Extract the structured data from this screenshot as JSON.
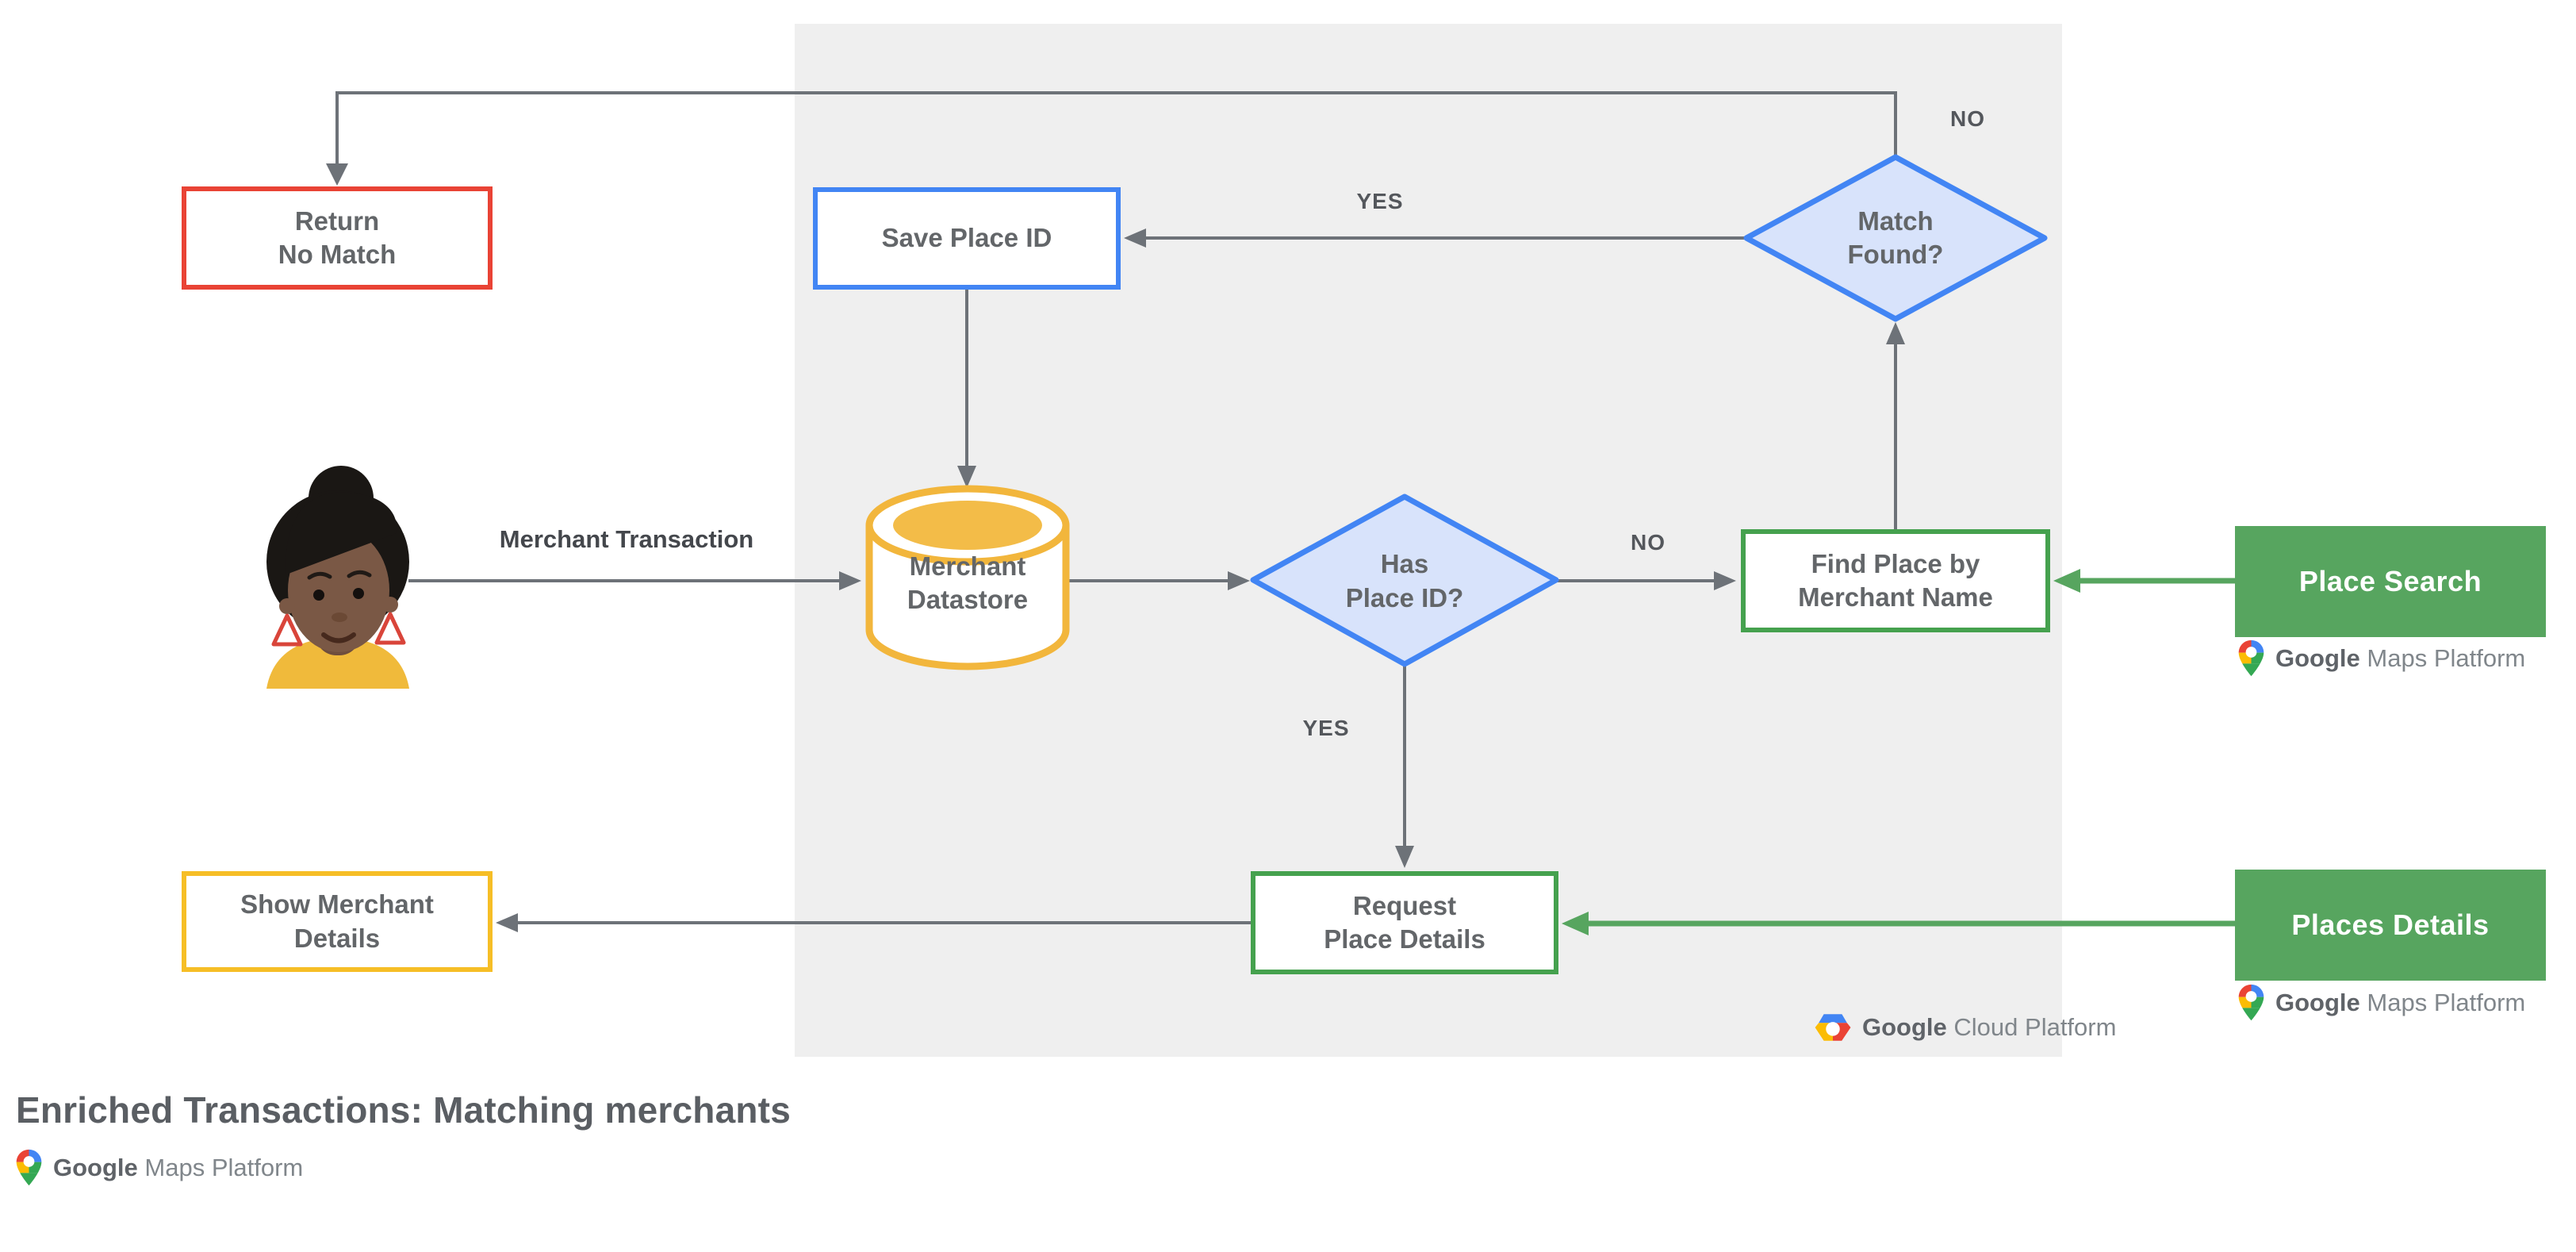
{
  "title": {
    "text": "Enriched Transactions: Matching merchants"
  },
  "nodes": {
    "return_no_match": {
      "line1": "Return",
      "line2": "No Match"
    },
    "save_place_id": {
      "line1": "Save Place ID"
    },
    "merchant_datastore": {
      "line1": "Merchant",
      "line2": "Datastore"
    },
    "has_place_id": {
      "line1": "Has",
      "line2": "Place ID?"
    },
    "match_found": {
      "line1": "Match",
      "line2": "Found?"
    },
    "find_place": {
      "line1": "Find Place by",
      "line2": "Merchant Name"
    },
    "request_place_details": {
      "line1": "Request",
      "line2": "Place Details"
    },
    "show_merchant_details": {
      "line1": "Show Merchant",
      "line2": "Details"
    },
    "place_search_api": {
      "label": "Place Search",
      "logo": {
        "brand": "Google",
        "product": "Maps Platform"
      }
    },
    "places_details_api": {
      "label": "Places Details",
      "logo": {
        "brand": "Google",
        "product": "Maps Platform"
      }
    }
  },
  "edge_labels": {
    "match_yes": "YES",
    "match_no": "NO",
    "has_no": "NO",
    "has_yes": "YES",
    "input": "Merchant Transaction"
  },
  "panel_logo": {
    "brand": "Google",
    "product": "Cloud Platform"
  },
  "footer_logo": {
    "brand": "Google",
    "product": "Maps Platform"
  },
  "theme": {
    "line": "#6D7278",
    "panel": "#EFEFEF",
    "red": "#E94335",
    "blue": "#4285F4",
    "diamond": "#D8E3FB",
    "yellow": "#F6BE26",
    "gold": "#F2B63C",
    "green": "#45A14E",
    "greenfill": "#57A55F",
    "ink": "#636669",
    "label": "#54575C"
  }
}
